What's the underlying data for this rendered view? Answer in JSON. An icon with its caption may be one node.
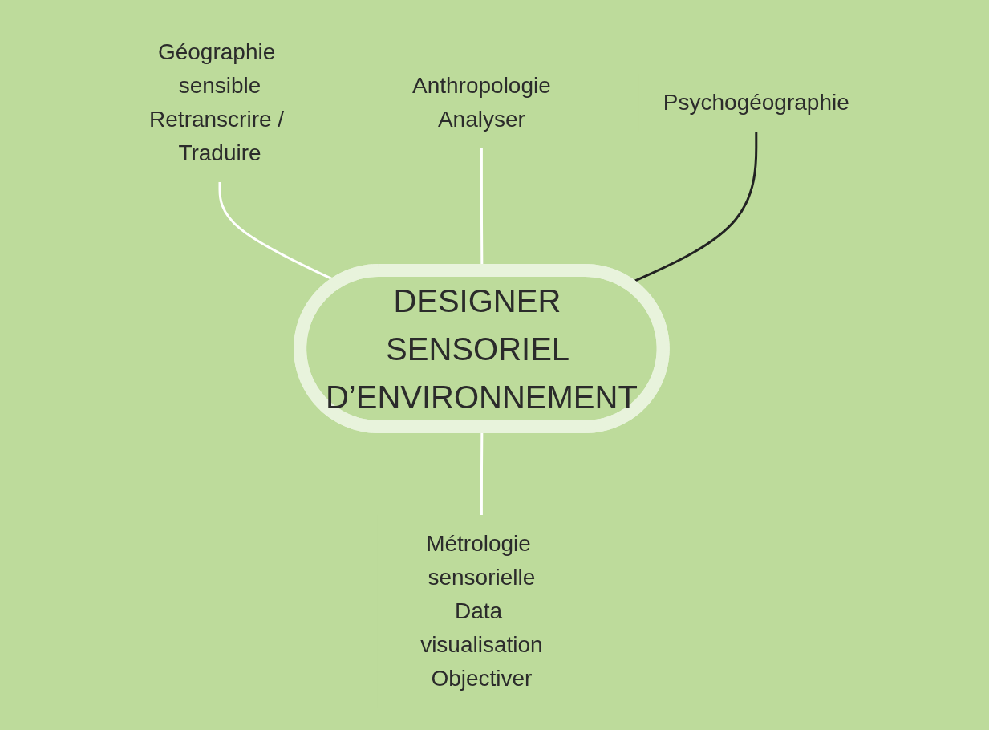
{
  "diagram": {
    "nodes": [
      {
        "text": [
          "DESIGNER SENSORIEL D’ENVIRONNEMENT"
        ]
      },
      {
        "text": [
          "Géographie sensible",
          "Retranscrire / Traduire"
        ]
      },
      {
        "text": [
          "Anthropologie",
          "Analyser"
        ]
      },
      {
        "text": [
          "Psychogéographie"
        ]
      },
      {
        "text": [
          "Métrologie sensorielle",
          "Data visualisation",
          "Objectiver"
        ]
      }
    ],
    "edges": [
      {
        "from": 1,
        "to": 0,
        "arrow": "none"
      },
      {
        "from": 2,
        "to": 0,
        "arrow": "none"
      },
      {
        "from": 3,
        "to": 0,
        "arrow": "to",
        "color": "#222222"
      },
      {
        "from": 0,
        "to": 4,
        "arrow": "none"
      }
    ]
  }
}
